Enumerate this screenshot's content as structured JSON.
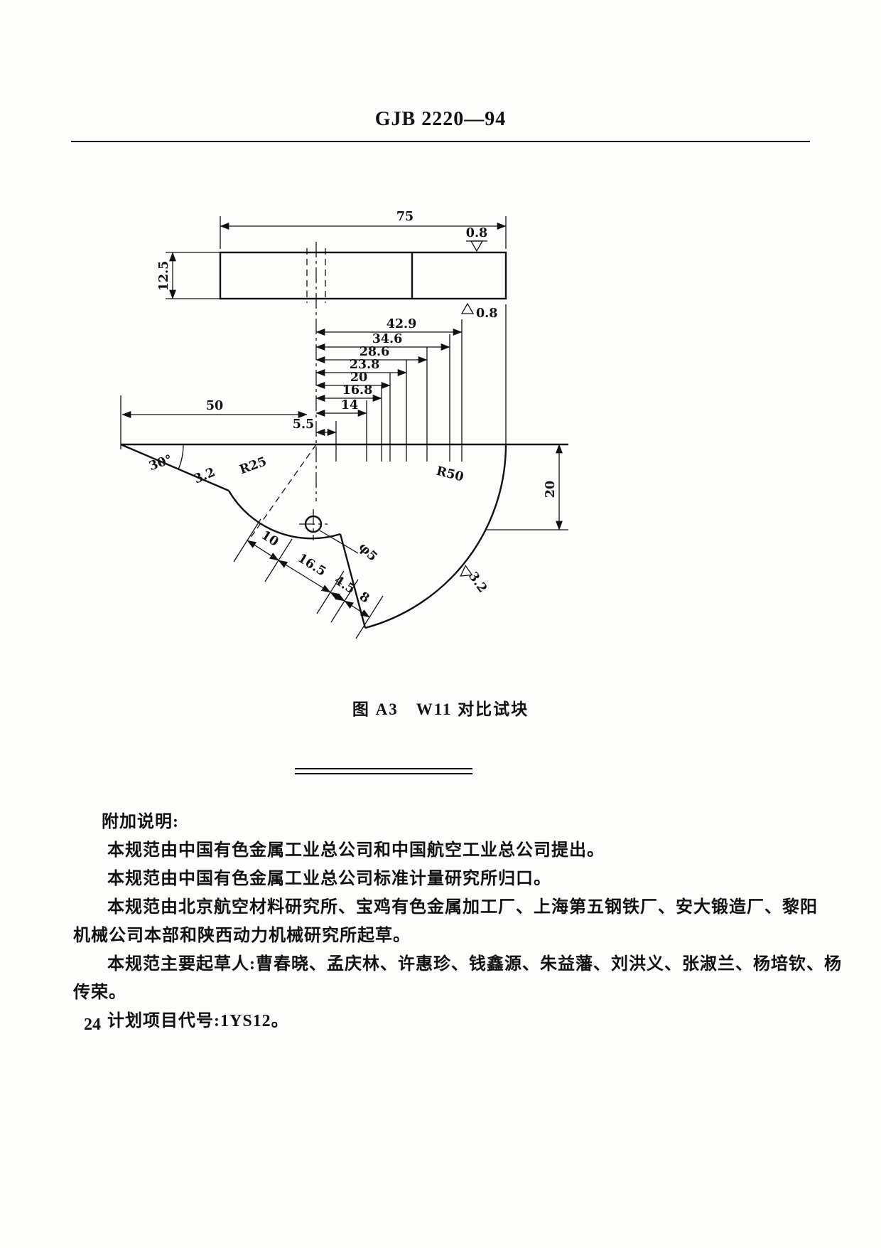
{
  "page": {
    "header_code": "GJB 2220—94",
    "page_number": "24"
  },
  "figure": {
    "caption": "图 A3　W11 对比试块"
  },
  "diagram": {
    "top_view": {
      "width": "75",
      "thickness": "12.5",
      "roughness_top": "0.8",
      "roughness_bottom": "0.8"
    },
    "front_view": {
      "step_dims": [
        "42.9",
        "34.6",
        "28.6",
        "23.8",
        "20",
        "16.8",
        "14",
        "5.5"
      ],
      "left_width": "50",
      "angle": "30°",
      "slant_roughness": "3.2",
      "radius_small": "R25",
      "radius_large": "R50",
      "right_depth": "20",
      "hole_dia": "φ5",
      "bottom_dims": [
        "10",
        "16.5",
        "4.5",
        "8"
      ],
      "arc_roughness": "3.2"
    }
  },
  "notes": {
    "heading": "附加说明:",
    "lines": [
      "本规范由中国有色金属工业总公司和中国航空工业总公司提出。",
      "本规范由中国有色金属工业总公司标准计量研究所归口。",
      "本规范由北京航空材料研究所、宝鸡有色金属加工厂、上海第五钢铁厂、安大锻造厂、黎阳",
      "机械公司本部和陕西动力机械研究所起草。",
      "本规范主要起草人:曹春晓、孟庆林、许惠珍、钱鑫源、朱益藩、刘洪义、张淑兰、杨培钦、杨",
      "传荣。",
      "计划项目代号:1YS12。"
    ]
  }
}
